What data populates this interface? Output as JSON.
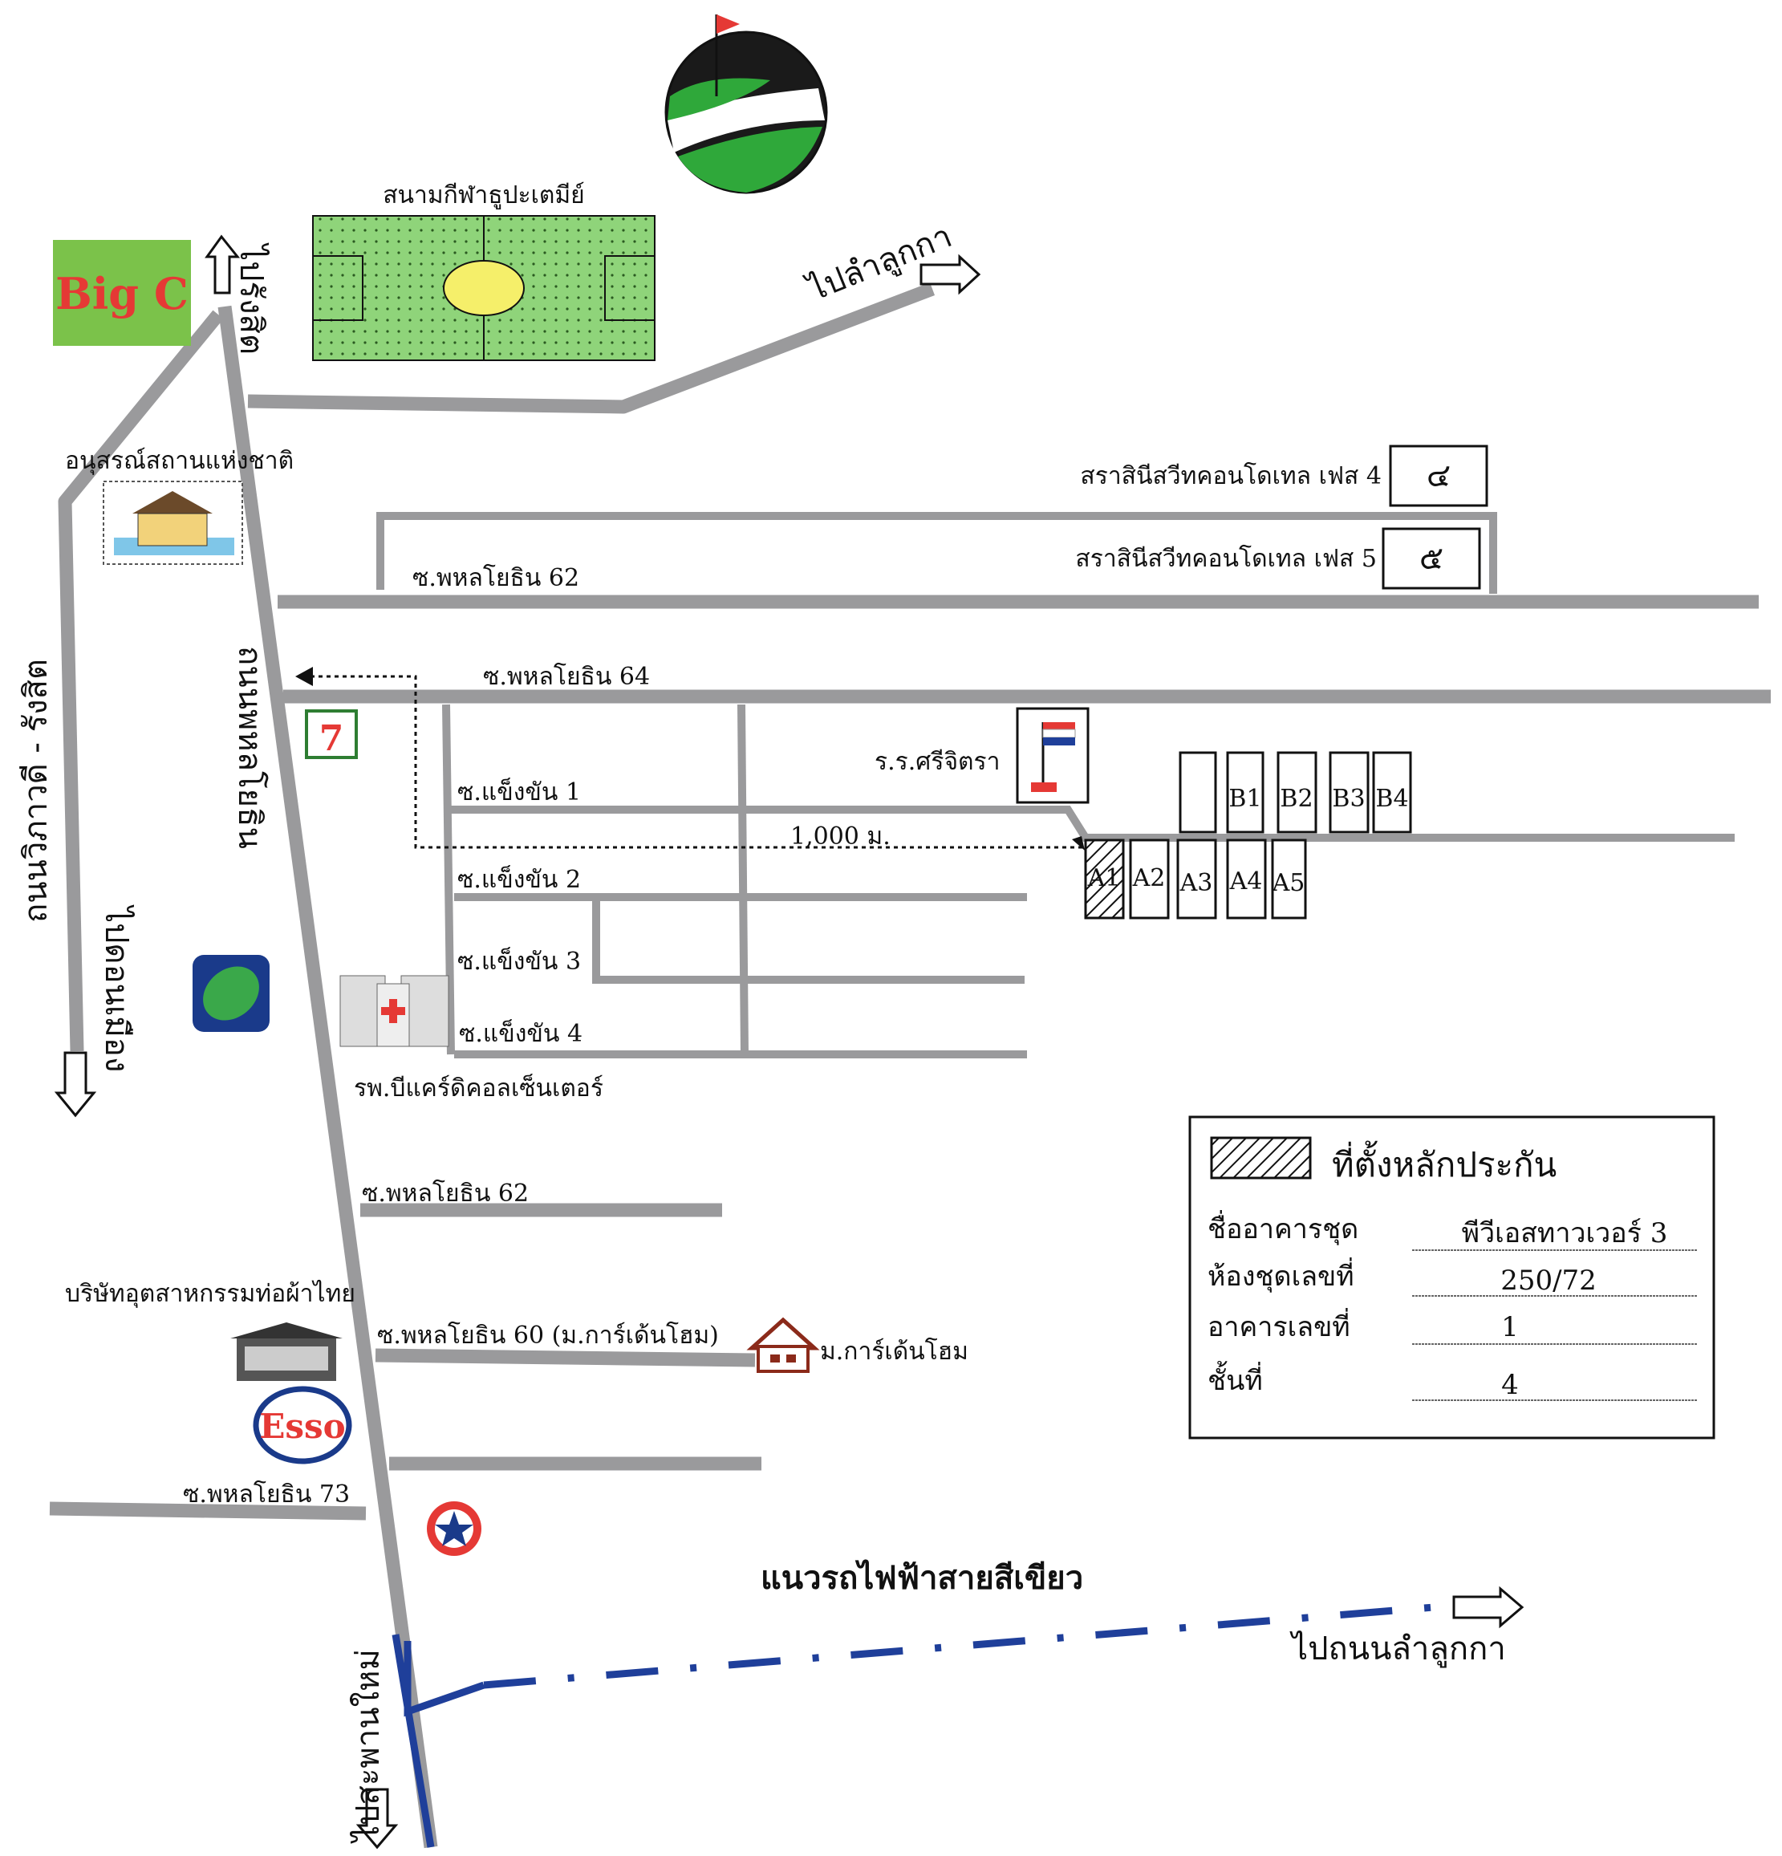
{
  "map": {
    "stadium": "สนามกีฬาธูปะเตมีย์",
    "to_rangsit": "ไปรังสิต",
    "to_lam_luk_ka": "ไปลำลูกกา",
    "monument": "อนุสรณ์สถานแห่งชาติ",
    "phase4_label": "สราสินีสวีทคอนโดเทล เฟส 4",
    "phase4_box": "๔",
    "phase5_label": "สราสินีสวีทคอนโดเทล เฟส 5",
    "phase5_box": "๕",
    "soi_62_top": "ซ.พหลโยธิน 62",
    "soi_64": "ซ.พหลโยธิน 64",
    "phahon_road": "ถนนพหลโยธิน",
    "vibhavadi_road": "ถนนวิภาวดี - รังสิต",
    "to_don_mueang": "ไปดอนเมือง",
    "school": "ร.ร.ศรีจิตรา",
    "khaeng_khan_1": "ซ.แข็งขัน 1",
    "khaeng_khan_2": "ซ.แข็งขัน 2",
    "khaeng_khan_3": "ซ.แข็งขัน 3",
    "khaeng_khan_4": "ซ.แข็งขัน 4",
    "distance": "1,000 ม.",
    "hospital": "รพ.บีแคร์ดิคอลเซ็นเตอร์",
    "soi_62_lower": "ซ.พหลโยธิน 62",
    "soi_60": "ซ.พหลโยธิน 60 (ม.การ์เด้นโฮม)",
    "garden_home": "ม.การ์เด้นโฮม",
    "factory": "บริษัทอุตสาหกรรมท่อผ้าไทย",
    "soi_73": "ซ.พหลโยธิน 73",
    "green_line": "แนวรถไฟฟ้าสายสีเขียว",
    "to_lam_luk_ka_road": "ไปถนนลำลูกกา",
    "to_saphan_mai": "ไปสะพานใหม่",
    "bigc_logo": "Big C",
    "esso_logo": "Esso",
    "units_b": [
      "",
      "B1",
      "B2",
      "B3",
      "B4"
    ],
    "units_a": [
      "A1",
      "A2",
      "A3",
      "A4",
      "A5"
    ]
  },
  "legend": {
    "title": "ที่ตั้งหลักประกัน",
    "rows": [
      {
        "label": "ชื่ออาคารชุด",
        "value": "พีวีเอสทาวเวอร์ 3"
      },
      {
        "label": "ห้องชุดเลขที่",
        "value": "250/72"
      },
      {
        "label": "อาคารเลขที่",
        "value": "1"
      },
      {
        "label": "ชั้นที่",
        "value": "4"
      }
    ]
  },
  "colors": {
    "road": "#9a9a9c",
    "green_line": "#1f3f9a",
    "field": "#8fd47a",
    "arrow_green": "#2e7d32"
  }
}
